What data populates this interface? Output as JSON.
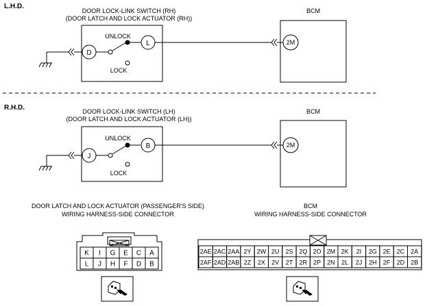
{
  "lhd": {
    "section_label": "L.H.D.",
    "switch_title_1": "DOOR LOCK-LINK SWITCH (RH)",
    "switch_title_2": "(DOOR LATCH AND LOCK ACTUATOR (RH))",
    "unlock": "UNLOCK",
    "lock": "LOCK",
    "left_terminal": "D",
    "right_terminal": "L",
    "bcm_title": "BCM",
    "bcm_terminal": "2M"
  },
  "rhd": {
    "section_label": "R.H.D.",
    "switch_title_1": "DOOR LOCK-LINK SWITCH (LH)",
    "switch_title_2": "(DOOR LATCH AND LOCK ACTUATOR (LH))",
    "unlock": "UNLOCK",
    "lock": "LOCK",
    "left_terminal": "J",
    "right_terminal": "B",
    "bcm_title": "BCM",
    "bcm_terminal": "2M"
  },
  "connector_left": {
    "title_1": "DOOR LATCH AND LOCK ACTUATOR (PASSENGER'S SIDE)",
    "title_2": "WIRING HARNESS-SIDE CONNECTOR",
    "row1": [
      "K",
      "I",
      "G",
      "E",
      "C",
      "A"
    ],
    "row2": [
      "L",
      "J",
      "H",
      "F",
      "D",
      "B"
    ]
  },
  "connector_right": {
    "title_1": "BCM",
    "title_2": "WIRING HARNESS-SIDE CONNECTOR",
    "row1": [
      "2AE",
      "2AC",
      "2AA",
      "2Y",
      "2W",
      "2U",
      "2S",
      "2Q",
      "2O",
      "2M",
      "2K",
      "2I",
      "2G",
      "2E",
      "2C",
      "2A"
    ],
    "row2": [
      "2AF",
      "2AD",
      "2AB",
      "2Z",
      "2X",
      "2V",
      "2T",
      "2R",
      "2P",
      "2N",
      "2L",
      "2J",
      "2H",
      "2F",
      "2D",
      "2B"
    ]
  }
}
